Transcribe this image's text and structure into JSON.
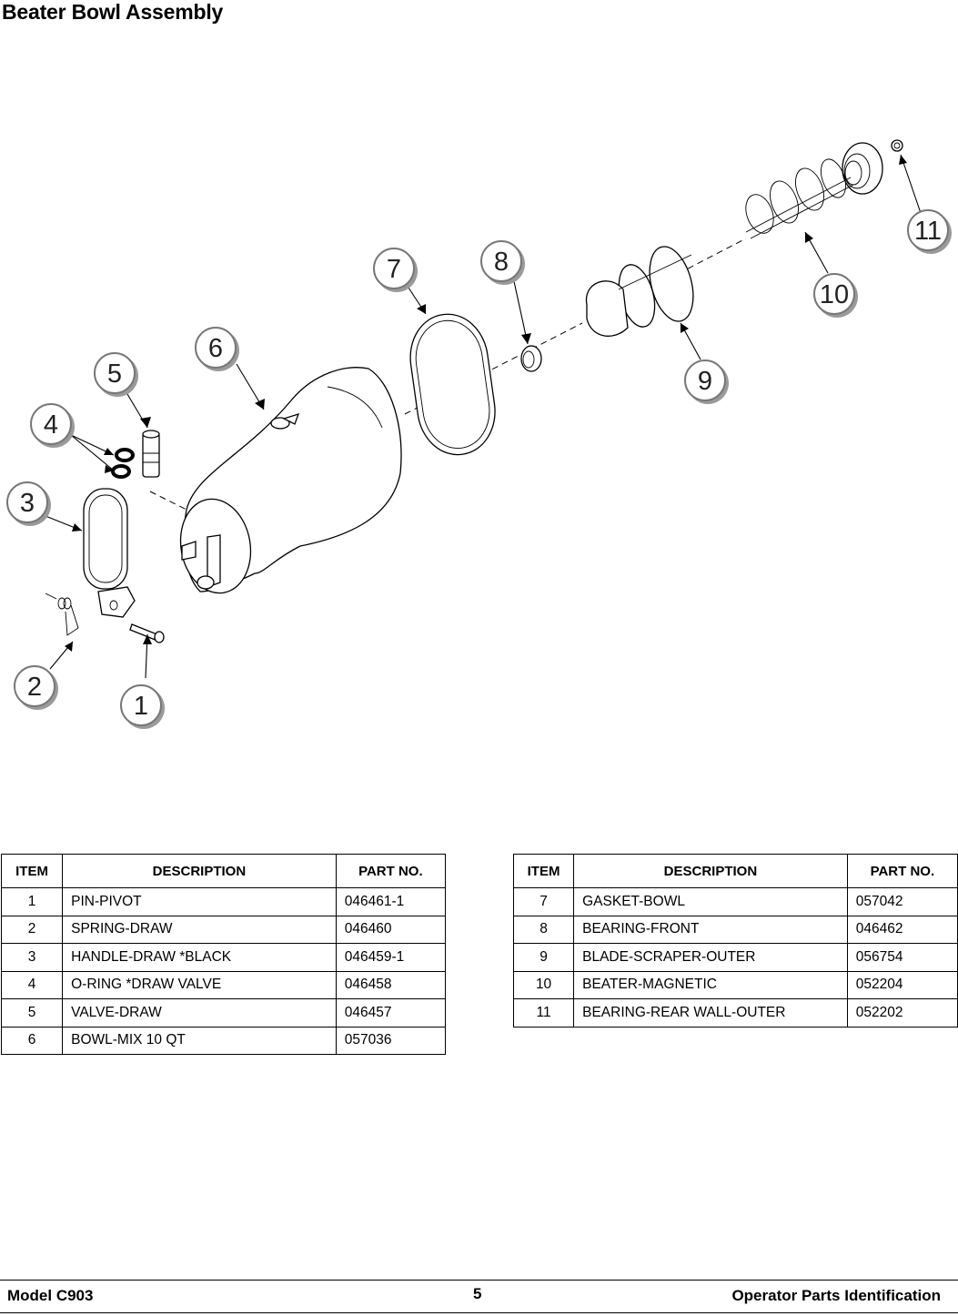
{
  "page_title": "Beater Bowl Assembly",
  "callouts": [
    "1",
    "2",
    "3",
    "4",
    "5",
    "6",
    "7",
    "8",
    "9",
    "10",
    "11"
  ],
  "table_headers": {
    "item": "ITEM",
    "description": "DESCRIPTION",
    "part_no": "PART NO."
  },
  "left_table": [
    {
      "item": "1",
      "description": "PIN-PIVOT",
      "part_no": "046461-1"
    },
    {
      "item": "2",
      "description": "SPRING-DRAW",
      "part_no": "046460"
    },
    {
      "item": "3",
      "description": "HANDLE-DRAW *BLACK",
      "part_no": "046459-1"
    },
    {
      "item": "4",
      "description": "O-RING *DRAW VALVE",
      "part_no": "046458"
    },
    {
      "item": "5",
      "description": "VALVE-DRAW",
      "part_no": "046457"
    },
    {
      "item": "6",
      "description": "BOWL-MIX 10 QT",
      "part_no": "057036"
    }
  ],
  "right_table": [
    {
      "item": "7",
      "description": "GASKET-BOWL",
      "part_no": "057042"
    },
    {
      "item": "8",
      "description": "BEARING-FRONT",
      "part_no": "046462"
    },
    {
      "item": "9",
      "description": "BLADE-SCRAPER-OUTER",
      "part_no": "056754"
    },
    {
      "item": "10",
      "description": "BEATER-MAGNETIC",
      "part_no": "052204"
    },
    {
      "item": "11",
      "description": "BEARING-REAR WALL-OUTER",
      "part_no": "052202"
    }
  ],
  "footer": {
    "model": "Model C903",
    "page_number": "5",
    "section": "Operator Parts Identification"
  }
}
